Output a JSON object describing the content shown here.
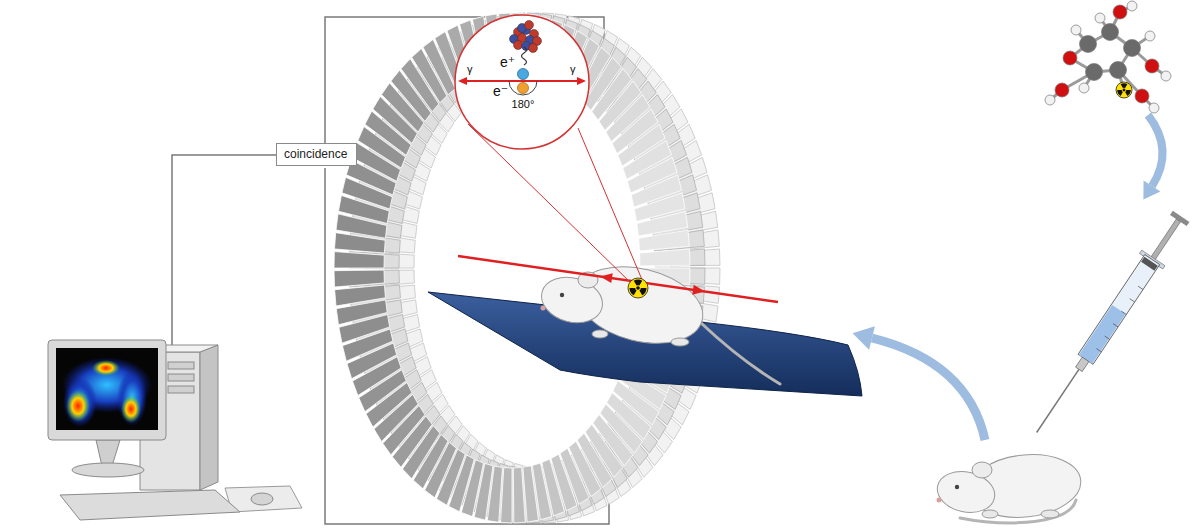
{
  "diagram": {
    "nodes": [
      {
        "text": [
          "coincidence"
        ]
      }
    ],
    "labels": [
      "e⁺",
      "e⁻",
      "180°",
      "γ",
      "γ"
    ]
  }
}
